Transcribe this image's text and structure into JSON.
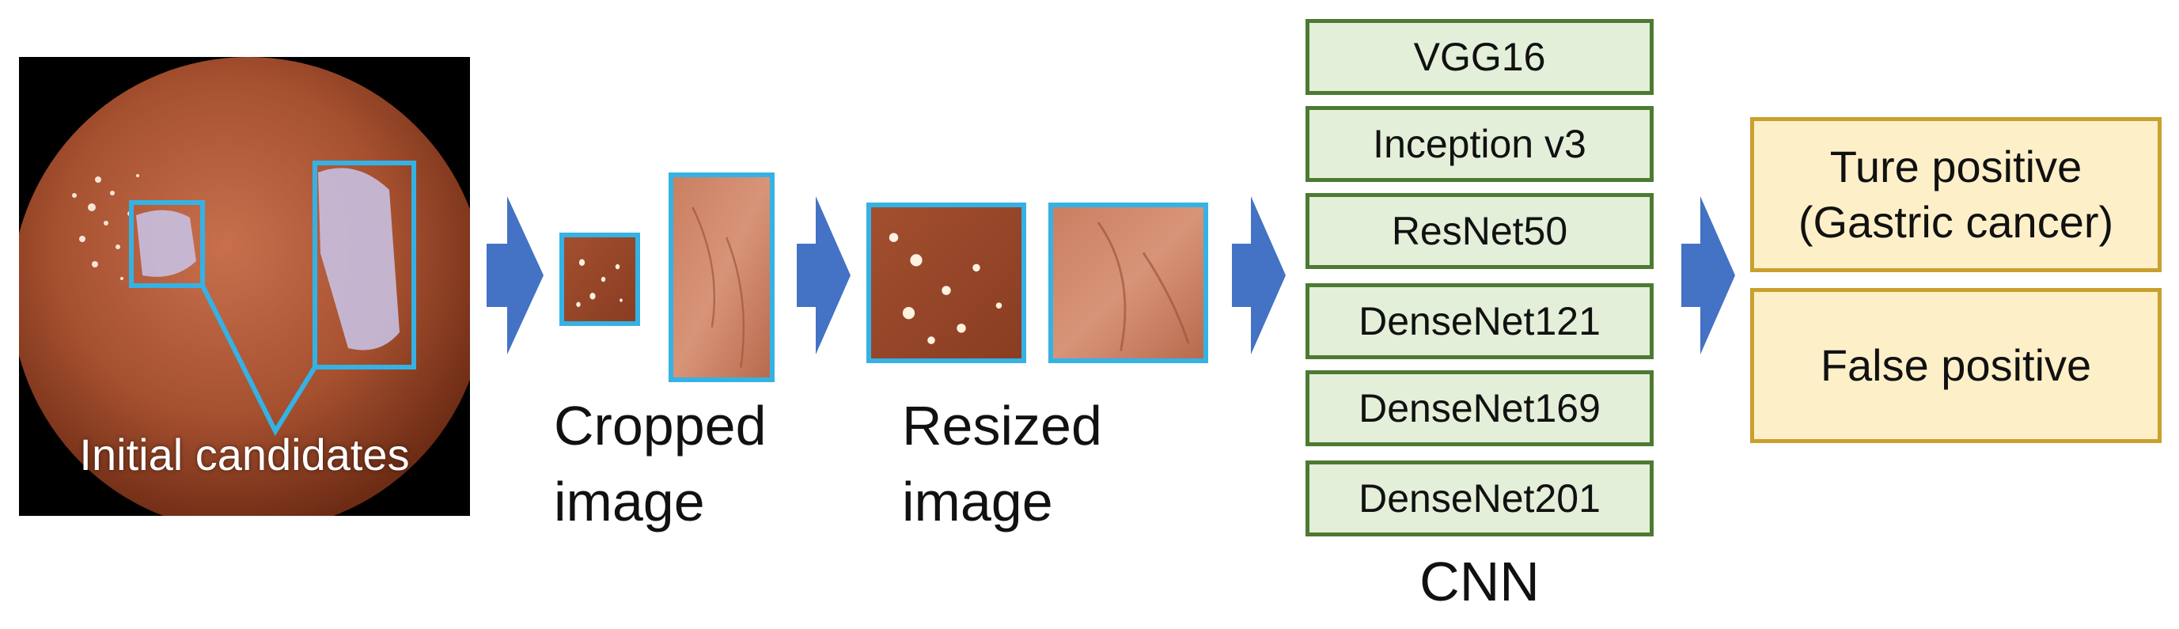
{
  "colors": {
    "candidate_box": "#35b2e4",
    "arrow": "#4472c4",
    "cnn_fill": "#e3efd8",
    "cnn_border": "#4d7a32",
    "output_fill": "#fdf0c9",
    "output_border": "#c9a02e"
  },
  "input": {
    "label": "Initial candidates"
  },
  "cropped": {
    "line1": "Cropped",
    "line2": "image"
  },
  "resized": {
    "line1": "Resized",
    "line2": "image"
  },
  "cnn": {
    "models": [
      "VGG16",
      "Inception v3",
      "ResNet50",
      "DenseNet121",
      "DenseNet169",
      "DenseNet201"
    ],
    "label": "CNN"
  },
  "outputs": {
    "true_positive": {
      "line1": "Ture positive",
      "line2": "(Gastric cancer)"
    },
    "false_positive": {
      "line1": "False positive"
    }
  }
}
